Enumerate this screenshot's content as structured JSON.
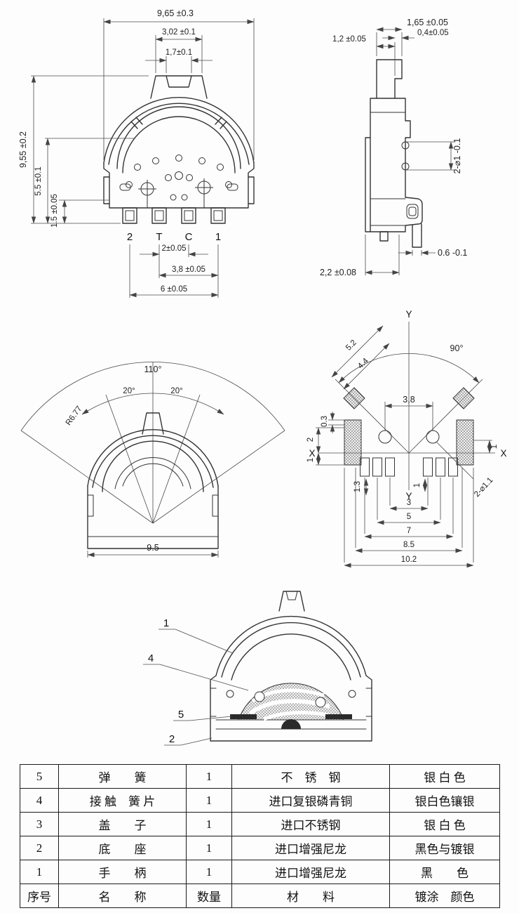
{
  "front": {
    "w1": "9,65 ±0.3",
    "w2": "3,02 ±0.1",
    "w3": "1,7±0.1",
    "h1": "9,55 ±0.2",
    "h2": "5.5 ±0.1",
    "h3": "1.5 ±0.05",
    "t1": "2",
    "t2": "T",
    "t3": "C",
    "t4": "1",
    "p1": "2±0.05",
    "p2": "3,8 ±0.05",
    "p3": "6 ±0.05"
  },
  "side": {
    "d_total": "1,65 ±0.05",
    "d_stem": "1,2 ±0.05",
    "d_step": "0,4±0.05",
    "d_holes": "2-⌀1 -0.1",
    "d_term": "0.6 -0.1",
    "d_base": "2,2 ±0.08"
  },
  "angle": {
    "a_total": "110°",
    "a_left": "20°",
    "a_right": "20°",
    "radius": "R6.77",
    "width": "9.5"
  },
  "bottom": {
    "axis_y_top": "Y",
    "axis_y_bottom": "Y",
    "axis_x_left": "X",
    "axis_x_right": "X",
    "diag_outer": "5.2",
    "diag_inner": "4.4",
    "angle": "90°",
    "holes_pitch": "3,8",
    "off_03": "0.3",
    "off_2": "2",
    "off_1_left": "1",
    "off_1_right": "1",
    "pad_13": "1.3",
    "pad_1": "1",
    "p3": "3",
    "p5": "5",
    "p7": "7",
    "p85": "8.5",
    "p102": "10.2",
    "holes_note": "2-⌀1.1"
  },
  "section": {
    "c1": "1",
    "c4": "4",
    "c5": "5",
    "c2": "2"
  },
  "table": {
    "header": {
      "no": "序号",
      "name": "名　　称",
      "qty": "数量",
      "material": "材　　料",
      "finish": "镀涂　颜色"
    },
    "rows": [
      {
        "no": "5",
        "name": "弹　　簧",
        "qty": "1",
        "material": "不　锈　钢",
        "finish": "银 白 色"
      },
      {
        "no": "4",
        "name": "接 触　簧 片",
        "qty": "1",
        "material": "进口复银磷青铜",
        "finish": "银白色镶银"
      },
      {
        "no": "3",
        "name": "盖　　子",
        "qty": "1",
        "material": "进口不锈钢",
        "finish": "银 白 色"
      },
      {
        "no": "2",
        "name": "底　　座",
        "qty": "1",
        "material": "进口增强尼龙",
        "finish": "黑色与镀银"
      },
      {
        "no": "1",
        "name": "手　　柄",
        "qty": "1",
        "material": "进口增强尼龙",
        "finish": "黑　　色"
      }
    ]
  }
}
